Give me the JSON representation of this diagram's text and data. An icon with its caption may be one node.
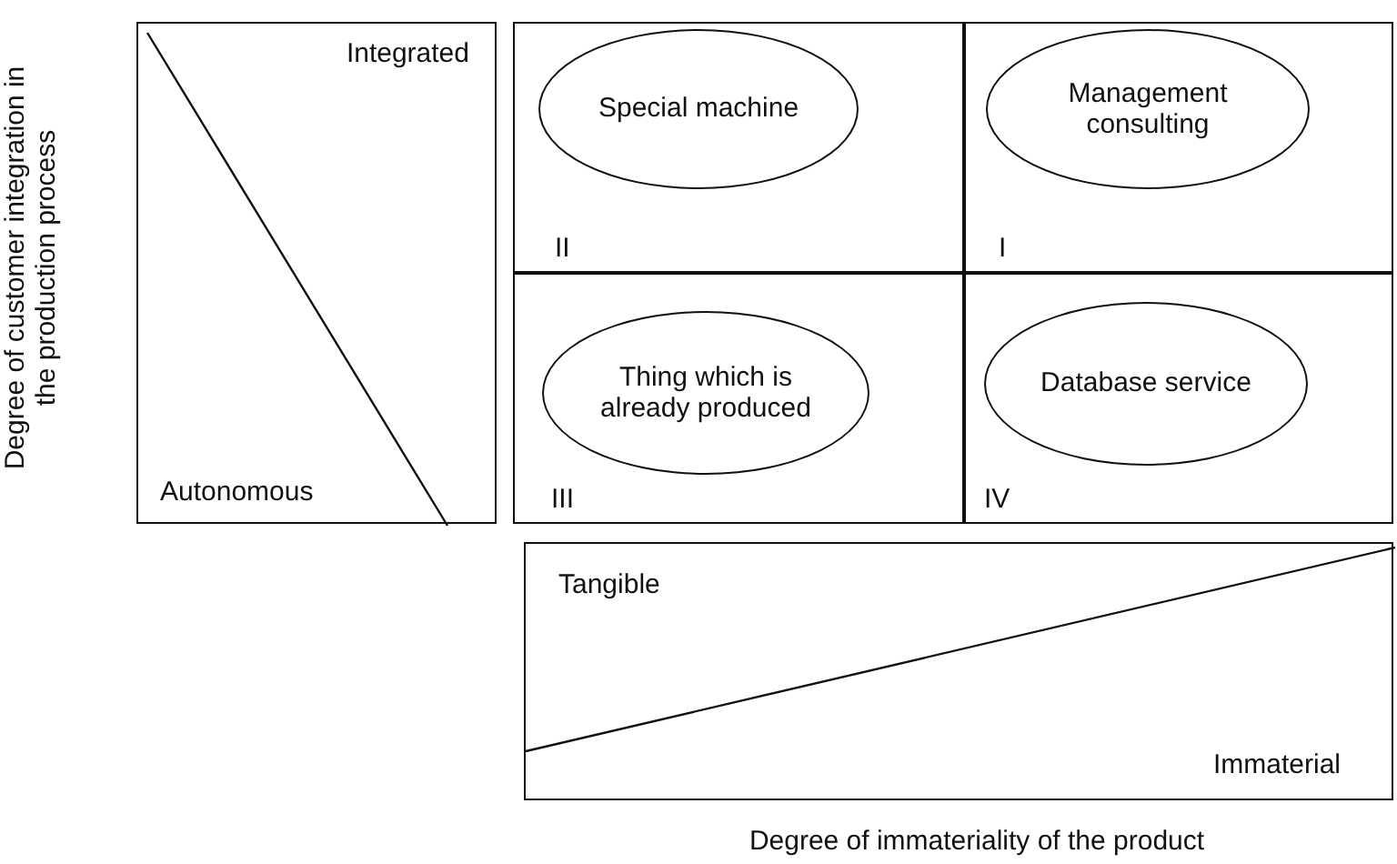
{
  "diagram": {
    "nodes": [
      {
        "text": [
          "Integrated",
          "Autonomous"
        ]
      },
      {
        "text": [
          "II"
        ]
      },
      {
        "text": [
          "I"
        ]
      },
      {
        "text": [
          "III"
        ]
      },
      {
        "text": [
          "IV"
        ]
      },
      {
        "text": [
          "Special machine"
        ],
        "in": 1
      },
      {
        "text": [
          "Management consulting"
        ],
        "in": 2
      },
      {
        "text": [
          "Thing which is already produced"
        ],
        "in": 3
      },
      {
        "text": [
          "Database service"
        ],
        "in": 4
      },
      {
        "text": [
          "Tangible",
          "Immaterial"
        ]
      }
    ],
    "labels": [
      "Degree of customer integration in the production process",
      "Degree of immateriality of the product"
    ]
  }
}
